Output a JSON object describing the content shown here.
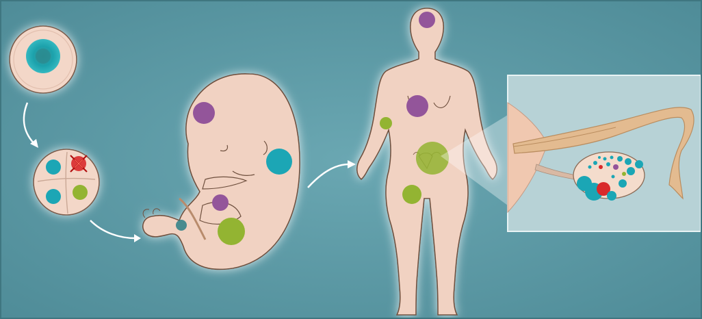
{
  "colors": {
    "background": "#5996a2",
    "skin": "#f1d2c2",
    "skin_outline": "#6e4f3e",
    "cyan": "#1ba6b5",
    "teal": "#2a7f86",
    "purple": "#93549a",
    "green": "#93b431",
    "red": "#d92a2a",
    "zygote_nucleus": "#2ca0a8",
    "inset_background": "#b7d2d6",
    "inset_border": "#e8f3f4",
    "tube": "#d9a777"
  },
  "stages": [
    {
      "name": "zygote",
      "icon": "single-cell-zygote"
    },
    {
      "name": "four-cell-embryo",
      "icon": "four-cell-embryo-with-cell-death"
    },
    {
      "name": "fetus",
      "icon": "fetus-with-colored-spots"
    },
    {
      "name": "adult-female",
      "icon": "female-body-with-colored-spots"
    },
    {
      "name": "ovary-inset",
      "icon": "ovary-and-fallopian-tube"
    }
  ],
  "arrows": [
    "zygote-to-embryo",
    "embryo-to-fetus",
    "fetus-to-adult"
  ]
}
